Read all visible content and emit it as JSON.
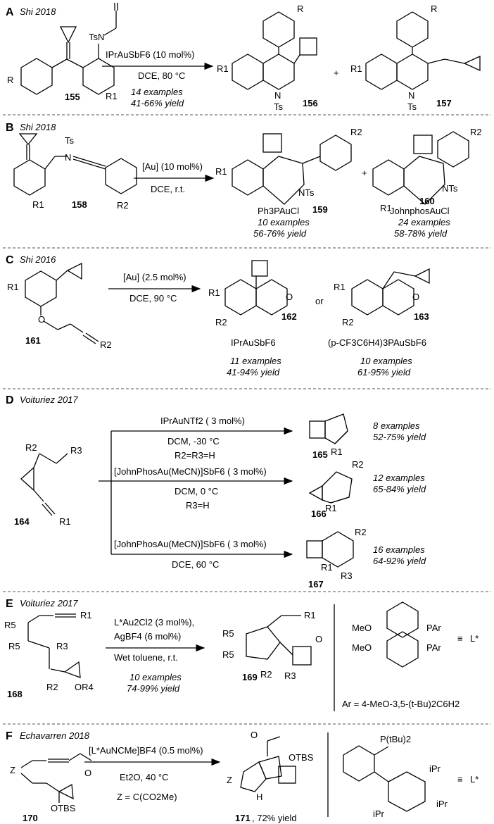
{
  "sections": [
    {
      "letter": "A",
      "source": "Shi 2018",
      "reagents": "IPrAuSbF6 (10 mol%)",
      "conditions": "DCE, 80 °C",
      "notes": [
        "14 examples",
        "41-66% yield"
      ],
      "compounds": [
        {
          "id": "155",
          "groups": [
            "TsN",
            "R",
            "R1"
          ]
        },
        {
          "id": "156",
          "groups": [
            "R",
            "R1",
            "N",
            "Ts"
          ]
        },
        {
          "id": "157",
          "groups": [
            "R",
            "R1",
            "N",
            "Ts"
          ]
        }
      ],
      "plus": "+"
    },
    {
      "letter": "B",
      "source": "Shi 2018",
      "reagents": "[Au] (10 mol%)",
      "conditions": "DCE, r.t.",
      "compounds": [
        {
          "id": "158",
          "groups": [
            "Ts",
            "N",
            "R1",
            "R2"
          ]
        },
        {
          "id": "159",
          "groups": [
            "R1",
            "R2",
            "NTs"
          ],
          "catalyst": "Ph3PAuCl",
          "notes": [
            "10 examples",
            "56-76% yield"
          ]
        },
        {
          "id": "160",
          "groups": [
            "R1",
            "R2",
            "NTs"
          ],
          "catalyst": "JohnphosAuCl",
          "notes": [
            "24 examples",
            "58-78% yield"
          ]
        }
      ],
      "plus": "+"
    },
    {
      "letter": "C",
      "source": "Shi 2016",
      "reagents": "[Au] (2.5 mol%)",
      "conditions": "DCE, 90 °C",
      "connector": "or",
      "compounds": [
        {
          "id": "161",
          "groups": [
            "R1",
            "O",
            "R2"
          ]
        },
        {
          "id": "162",
          "groups": [
            "R1",
            "O",
            "R2"
          ],
          "catalyst": "IPrAuSbF6",
          "notes": [
            "11 examples",
            "41-94% yield"
          ]
        },
        {
          "id": "163",
          "groups": [
            "R1",
            "O",
            "R2"
          ],
          "catalyst": "(p-CF3C6H4)3PAuSbF6",
          "notes": [
            "10 examples",
            "61-95% yield"
          ]
        }
      ]
    },
    {
      "letter": "D",
      "source": "Voituriez 2017",
      "compounds": [
        {
          "id": "164",
          "groups": [
            "R2",
            "R3",
            "R1"
          ]
        }
      ],
      "branches": [
        {
          "reagents": "IPrAuNTf2 ( 3 mol%)",
          "conditions": "DCM, -30 °C",
          "extra": "R2=R3=H",
          "product": "165",
          "product_groups": [
            "R1"
          ],
          "notes": [
            "8 examples",
            "52-75% yield"
          ]
        },
        {
          "reagents": "[JohnPhosAu(MeCN)]SbF6 ( 3 mol%)",
          "conditions": "DCM, 0 °C",
          "extra": "R3=H",
          "product": "166",
          "product_groups": [
            "R2",
            "R1"
          ],
          "notes": [
            "12 examples",
            "65-84% yield"
          ]
        },
        {
          "reagents": "[JohnPhosAu(MeCN)]SbF6 ( 3 mol%)",
          "conditions": "DCE, 60 °C",
          "extra": "",
          "product": "167",
          "product_groups": [
            "R2",
            "R1",
            "R3"
          ],
          "notes": [
            "16 examples",
            "64-92% yield"
          ]
        }
      ]
    },
    {
      "letter": "E",
      "source": "Voituriez 2017",
      "reagents": [
        "L*Au2Cl2 (3 mol%),",
        "AgBF4 (6 mol%)"
      ],
      "conditions": "Wet toluene, r.t.",
      "notes": [
        "10 examples",
        "74-99% yield"
      ],
      "compounds": [
        {
          "id": "168",
          "groups": [
            "R5",
            "R5",
            "R1",
            "R3",
            "R2",
            "OR4"
          ]
        },
        {
          "id": "169",
          "groups": [
            "R5",
            "R5",
            "R1",
            "R2",
            "R3",
            "O"
          ]
        }
      ],
      "ligand": {
        "groups": [
          "MeO",
          "MeO",
          "PAr",
          "PAr"
        ],
        "symbol": "≡",
        "label": "L*",
        "ar_def": "Ar = 4-MeO-3,5-(t-Bu)2C6H2"
      }
    },
    {
      "letter": "F",
      "source": "Echavarren 2018",
      "reagents": "[L*AuNCMe]BF4 (0.5 mol%)",
      "conditions": "Et2O, 40 °C",
      "extra": "Z = C(CO2Me)",
      "compounds": [
        {
          "id": "170",
          "groups": [
            "Z",
            "O",
            "OTBS"
          ]
        },
        {
          "id": "171",
          "groups": [
            "O",
            "OTBS",
            "Z",
            "H"
          ],
          "yield": ", 72% yield"
        }
      ],
      "ligand": {
        "groups": [
          "P(tBu)2",
          "iPr",
          "iPr",
          "iPr"
        ],
        "symbol": "≡",
        "label": "L*"
      }
    }
  ]
}
